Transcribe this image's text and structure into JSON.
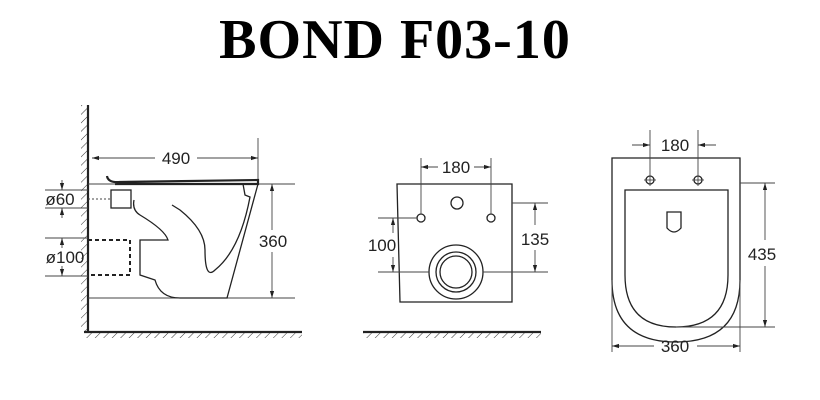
{
  "title": "BOND F03-10",
  "side_view": {
    "width_label": "490",
    "height_label": "360",
    "inlet_label": "ø60",
    "outlet_label": "ø100"
  },
  "front_view": {
    "spacing_label": "180",
    "outlet_height_label": "100",
    "mount_height_label": "135"
  },
  "top_view": {
    "spacing_label": "180",
    "length_label": "435",
    "width_label": "360"
  }
}
